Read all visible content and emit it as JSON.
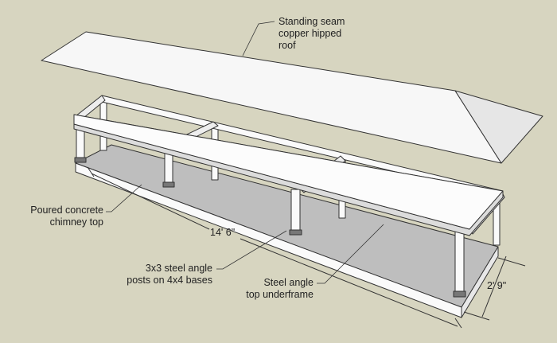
{
  "labels": {
    "roof": [
      "Standing seam",
      "copper hipped",
      "roof"
    ],
    "slab": [
      "Poured concrete",
      "chimney top"
    ],
    "posts": [
      "3x3 steel angle",
      "posts on 4x4 bases"
    ],
    "frame": [
      "Steel angle",
      "top underframe"
    ]
  },
  "dimensions": {
    "length": "14' 6\"",
    "width": "2' 9\""
  },
  "colors": {
    "background": "#d7d5c0",
    "slab_top": "#bdbdbd",
    "white": "#ffffff",
    "roof_hip": "#eeeeee",
    "outline": "#333333"
  }
}
